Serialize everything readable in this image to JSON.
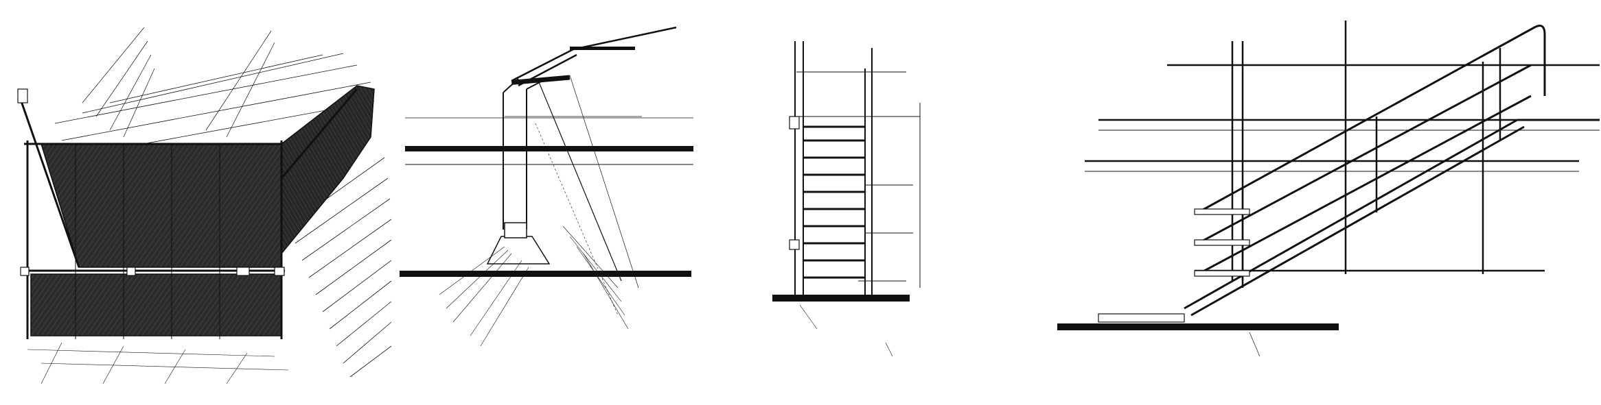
{
  "figure": {
    "panels": [
      {
        "id": "perspective",
        "caption": ""
      },
      {
        "id": "section",
        "caption": ""
      },
      {
        "id": "elevation",
        "caption": ""
      },
      {
        "id": "stair-rail",
        "caption": ""
      }
    ]
  },
  "colors": {
    "ink": "#111111",
    "paper": "#ffffff",
    "hatch": "#2b2b2b"
  }
}
